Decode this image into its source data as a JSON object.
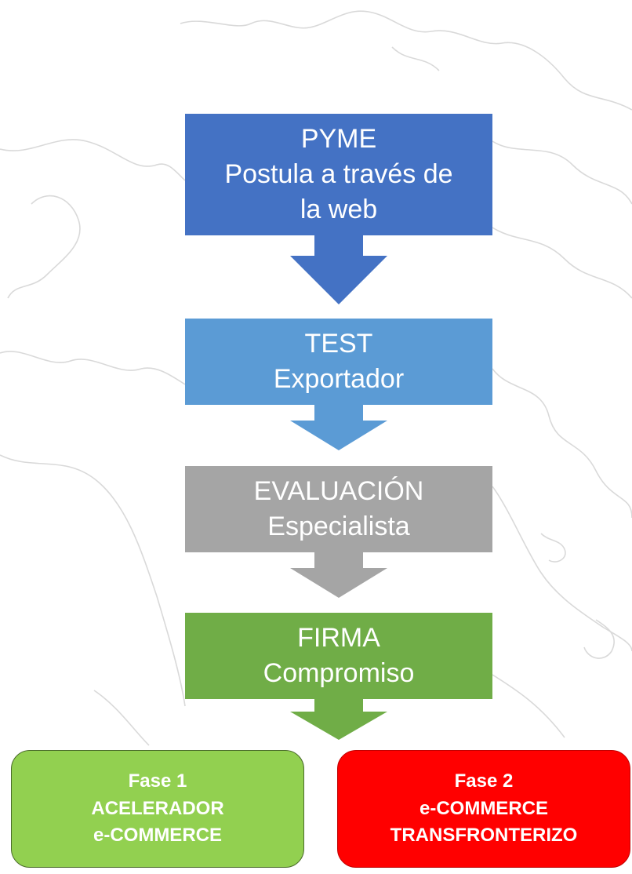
{
  "flow": {
    "steps": [
      {
        "lines": [
          "PYME",
          "Postula a través de",
          "la web"
        ],
        "color": "#4472c4"
      },
      {
        "lines": [
          "TEST",
          "Exportador"
        ],
        "color": "#5b9bd5"
      },
      {
        "lines": [
          "EVALUACIÓN",
          "Especialista"
        ],
        "color": "#a5a5a5"
      },
      {
        "lines": [
          "FIRMA",
          "Compromiso"
        ],
        "color": "#70ad47"
      }
    ],
    "phases": [
      {
        "lines": [
          "Fase 1",
          "ACELERADOR",
          "e-COMMERCE"
        ],
        "color": "#92d050"
      },
      {
        "lines": [
          "Fase 2",
          "e-COMMERCE",
          "TRANSFRONTERIZO"
        ],
        "color": "#ff0000"
      }
    ]
  },
  "background": {
    "icon": "world-map-outline",
    "color": "#d9d9d9"
  }
}
